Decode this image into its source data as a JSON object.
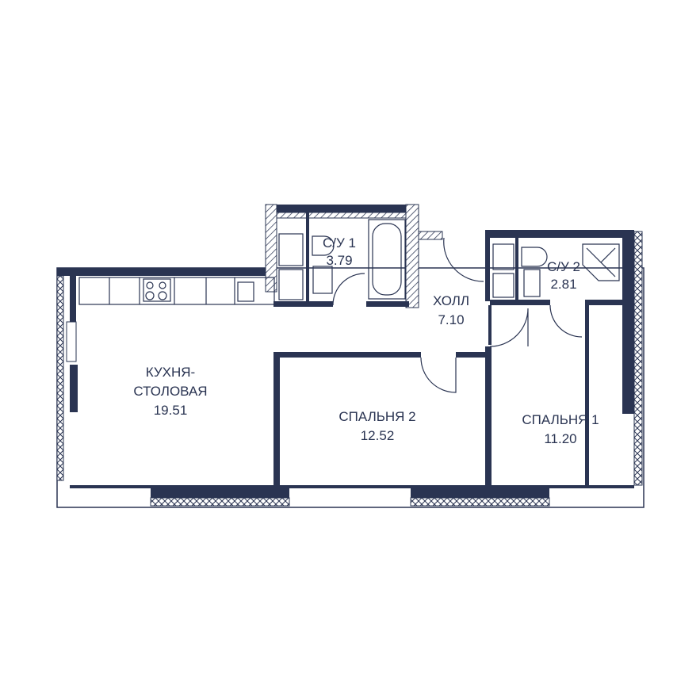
{
  "colors": {
    "wall": "#2a3452",
    "background": "#ffffff"
  },
  "rooms": [
    {
      "id": "kitchen",
      "name_line1": "КУХНЯ-",
      "name_line2": "СТОЛОВАЯ",
      "area": "19.51"
    },
    {
      "id": "bedroom2",
      "name": "СПАЛЬНЯ 2",
      "area": "12.52"
    },
    {
      "id": "bedroom1",
      "name": "СПАЛЬНЯ 1",
      "area": "11.20"
    },
    {
      "id": "hall",
      "name": "ХОЛЛ",
      "area": "7.10"
    },
    {
      "id": "bathroom1",
      "name": "С/У 1",
      "area": "3.79"
    },
    {
      "id": "bathroom2",
      "name": "С/У 2",
      "area": "2.81"
    }
  ]
}
